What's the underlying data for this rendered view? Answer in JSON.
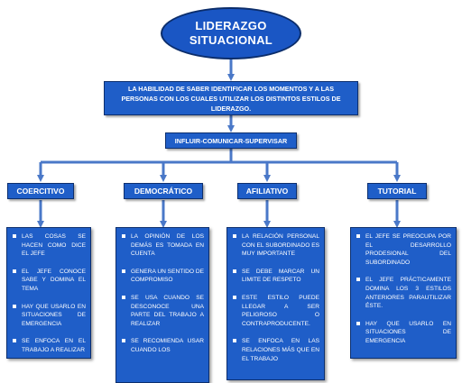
{
  "title": {
    "line1": "LIDERAZGO",
    "line2": "SITUACIONAL"
  },
  "definition": "LA HABILIDAD DE SABER IDENTIFICAR LOS MOMENTOS Y A LAS PERSONAS CON LOS CUALES UTILIZAR LOS DISTINTOS ESTILOS DE LIDERAZGO.",
  "subtitle": "INFLUIR-COMUNICAR-SUPERVISAR",
  "styles": [
    {
      "label": "COERCITIVO",
      "items": [
        "LAS COSAS SE HACEN COMO DICE EL JEFE",
        "EL JEFE CONOCE SABE Y DOMINA EL TEMA",
        "HAY QUE USARLO EN SITUACIONES DE EMERGENCIA",
        "SE ENFOCA EN EL TRABAJO A REALIZAR"
      ]
    },
    {
      "label": "DEMOCRÁTICO",
      "items": [
        "LA OPINIÓN DE LOS DEMÁS ES TOMADA EN CUENTA",
        "GENERA UN SENTIDO DE COMPROMISO",
        "SE USA CUANDO SE DESCONOCE UNA PARTE DEL TRABAJO A REALIZAR",
        "SE RECOMIENDA USAR CUANDO LOS"
      ]
    },
    {
      "label": "AFILIATIVO",
      "items": [
        "LA RELACIÓN PERSONAL CON EL SUBORDINADO ES MUY IMPORTANTE",
        "SE DEBE MARCAR UN LIMITE DE RESPETO",
        "ESTE ESTILO PUEDE LLEGAR A SER PELIGROSO O CONTRAPRODUCENTE.",
        "SE ENFOCA EN LAS RELACIONES MÁS QUE EN EL TRABAJO"
      ]
    },
    {
      "label": "TUTORIAL",
      "items": [
        "EL JEFE SE PREOCUPA POR EL DESARROLLO PRODESIONAL DEL SUBORDINADO",
        "EL JEFE PRÁCTICAMENTE DOMINA LOS 3 ESTILOS ANTERIORES PARAUTILIZAR ÉSTE.",
        "HAY QUE USARLO EN SITUACIONES DE EMERGENCIA"
      ]
    }
  ],
  "colors": {
    "box_fill": "#1f5ec8",
    "box_border": "#0d2f6e",
    "connector": "#4a78c8"
  }
}
